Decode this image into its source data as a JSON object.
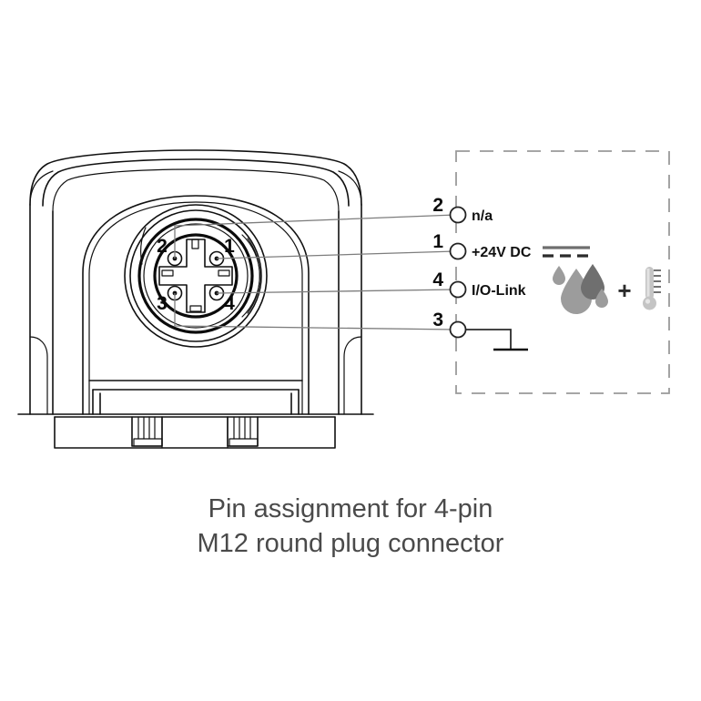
{
  "caption": {
    "line1": "Pin assignment for 4-pin",
    "line2": "M12 round plug connector"
  },
  "connector": {
    "name": "M12 round plug connector",
    "pin_count": 4,
    "pin_labels": {
      "top_left": "2",
      "top_right": "1",
      "bottom_left": "3",
      "bottom_right": "4"
    }
  },
  "terminals": [
    {
      "number": "2",
      "label": "n/a",
      "symbol": "none"
    },
    {
      "number": "1",
      "label": "+24V DC",
      "symbol": "dc-icon"
    },
    {
      "number": "4",
      "label": "I/O-Link",
      "symbol": "none"
    },
    {
      "number": "3",
      "label": "",
      "symbol": "ground-icon"
    }
  ],
  "measurement": {
    "humidity_icon": "water-droplets-icon",
    "operator": "+",
    "temperature_icon": "thermometer-icon"
  },
  "colors": {
    "outline": "#111111",
    "leader": "#7d7d7d",
    "dashed_border": "#9a9a9a",
    "caption_text": "#4a4a4a",
    "droplet_light": "#9c9c9c",
    "droplet_dark": "#6f6f6f",
    "thermometer": "#bdbdbd",
    "background": "#ffffff"
  }
}
